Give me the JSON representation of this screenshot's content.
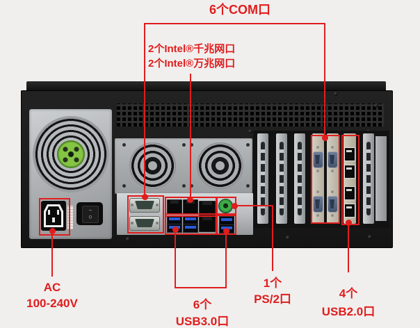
{
  "colors": {
    "annotation_red": "#e01d1d",
    "chassis_black": "#1b1b1b",
    "panel_silver": "#c0c3c5",
    "fan_hub_green": "#86c443",
    "usb3_blue": "#2a5bd7",
    "ps2_green": "#3fae49"
  },
  "callouts": {
    "com": {
      "label": "6个COM口"
    },
    "lan": {
      "line1": "2个Intel®千兆网口",
      "line2": "2个Intel®万兆网口"
    },
    "ac": {
      "line1": "AC",
      "line2": "100-240V"
    },
    "usb3": {
      "line1": "6个",
      "line2": "USB3.0口"
    },
    "ps2": {
      "line1": "1个",
      "line2": "PS/2口"
    },
    "usb2": {
      "line1": "4个",
      "line2": "USB2.0口"
    }
  },
  "power_switch": {
    "on_mark": "–",
    "off_mark": "○"
  }
}
